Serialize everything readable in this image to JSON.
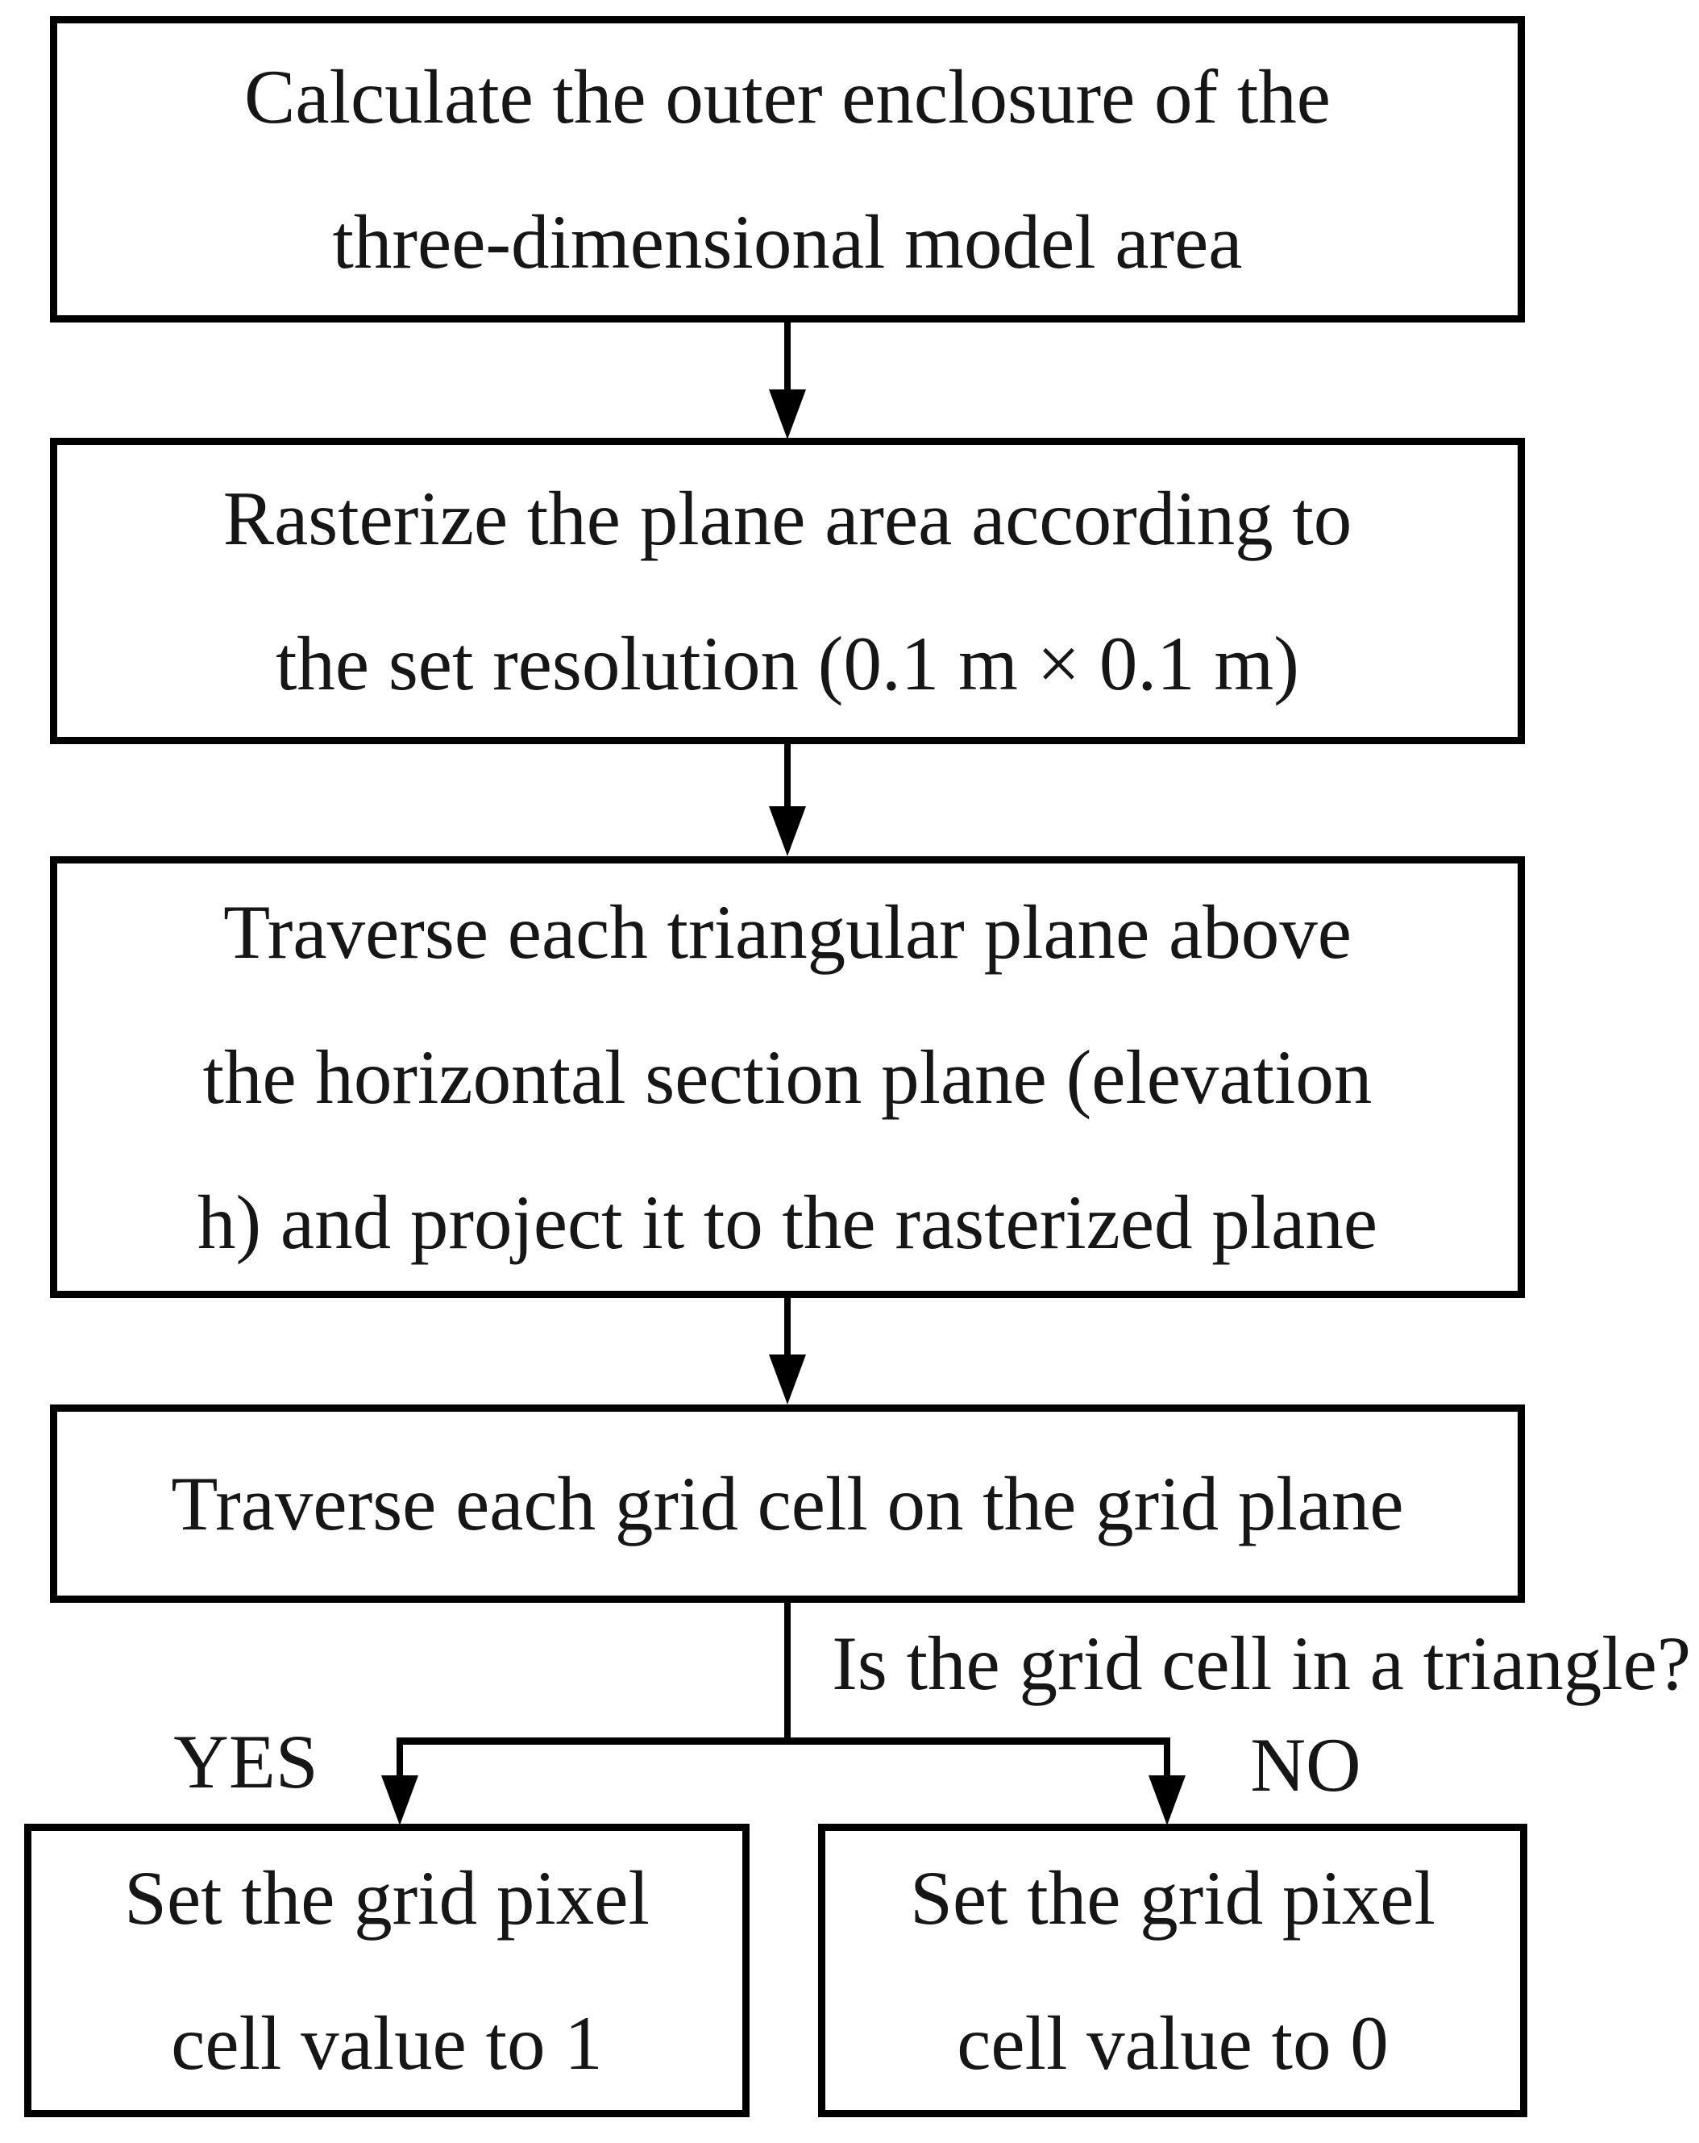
{
  "figure": {
    "colors": {
      "background": "#ffffff",
      "stroke": "#000000",
      "text": "#161616"
    },
    "steps": [
      {
        "text": "Calculate the outer enclosure of the\nthree-dimensional model area"
      },
      {
        "text": "Rasterize the plane area according to\nthe set resolution (0.1 m × 0.1 m)"
      },
      {
        "text": "Traverse each triangular plane above\nthe horizontal section plane (elevation\nh) and project it to the rasterized plane"
      },
      {
        "text": "Traverse each grid cell on the grid plane"
      }
    ],
    "decision": {
      "question": "Is the grid cell in a triangle?",
      "yes_label": "YES",
      "no_label": "NO",
      "yes_result": "Set the grid pixel\ncell value to 1",
      "no_result": "Set the grid pixel\ncell value to 0"
    }
  }
}
